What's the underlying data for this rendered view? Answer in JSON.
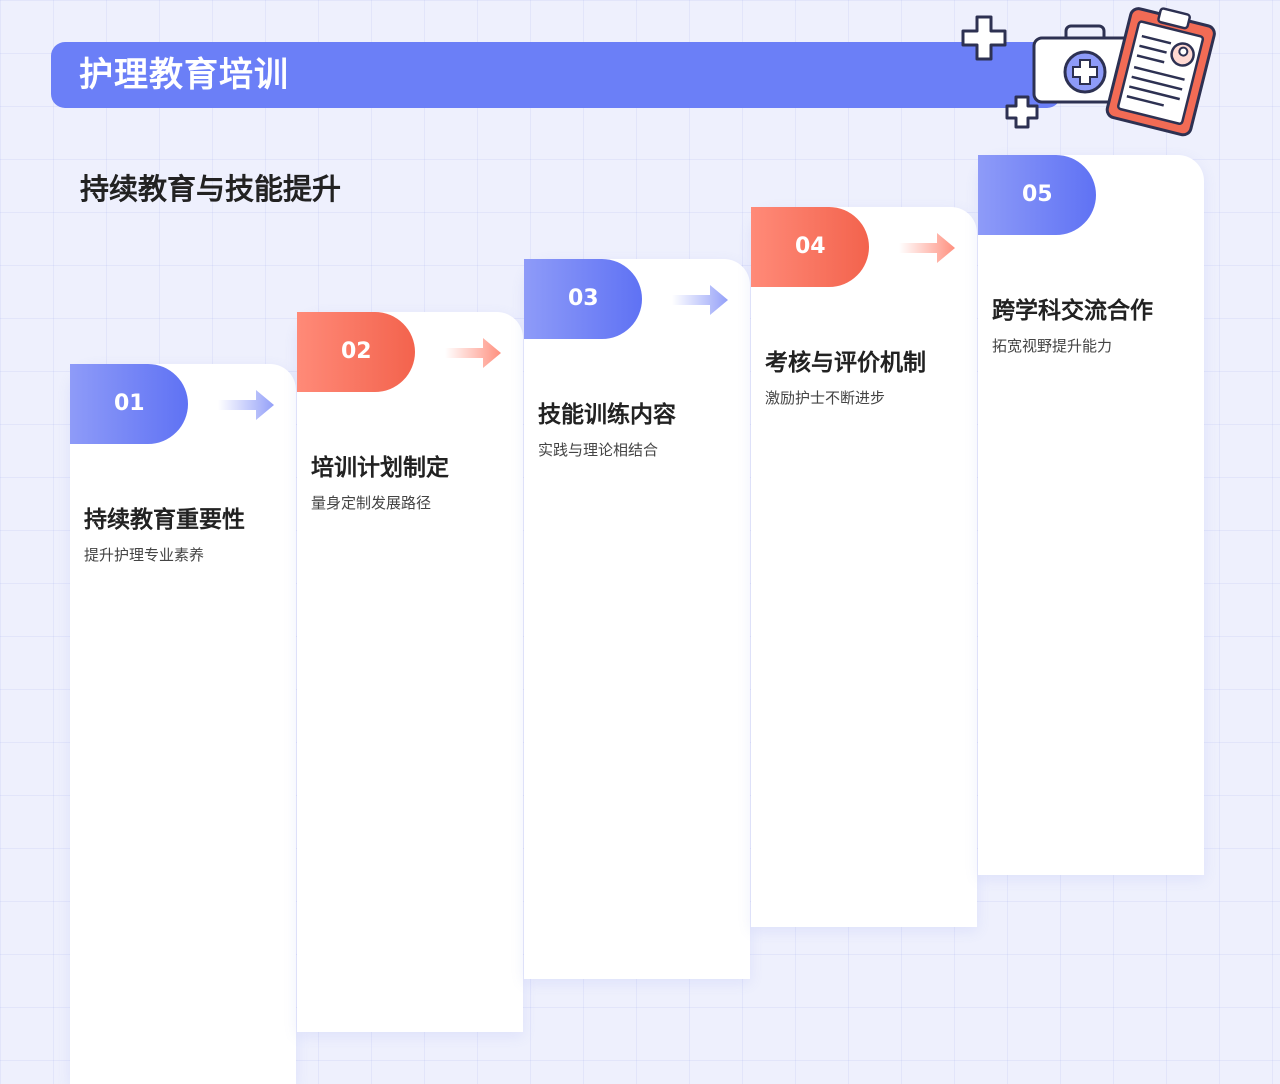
{
  "header": {
    "title": "护理教育培训"
  },
  "subtitle": "持续教育与技能提升",
  "steps": [
    {
      "number": "01",
      "title": "持续教育重要性",
      "desc": "提升护理专业素养",
      "color": "blue"
    },
    {
      "number": "02",
      "title": "培训计划制定",
      "desc": "量身定制发展路径",
      "color": "red"
    },
    {
      "number": "03",
      "title": "技能训练内容",
      "desc": "实践与理论相结合",
      "color": "blue"
    },
    {
      "number": "04",
      "title": "考核与评价机制",
      "desc": "激励护士不断进步",
      "color": "red"
    },
    {
      "number": "05",
      "title": "跨学科交流合作",
      "desc": "拓宽视野提升能力",
      "color": "blue"
    }
  ],
  "colors": {
    "primary_blue": "#6b7ff7",
    "accent_red": "#f3634d",
    "background": "#eef0fd"
  },
  "icons": [
    "plus-icon",
    "medical-kit-icon",
    "clipboard-icon"
  ]
}
